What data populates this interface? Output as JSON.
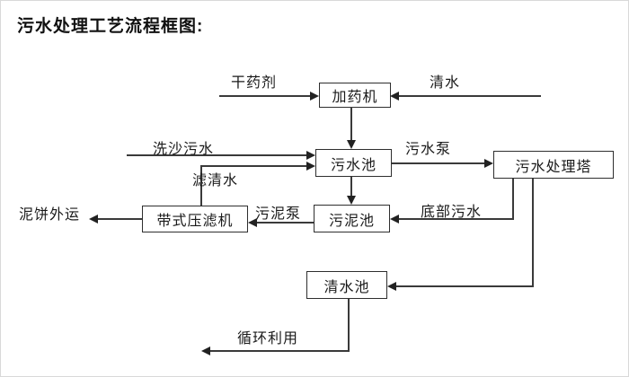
{
  "page": {
    "title": "污水处理工艺流程框图:"
  },
  "diagram": {
    "type": "flowchart",
    "colors": {
      "line": "#3a3a3a",
      "arrow": "#222222",
      "text": "#1a1a1a",
      "background": "#ffffff",
      "box_border": "#2e2e2e"
    },
    "nodes": {
      "dosing_machine": {
        "label": "加药机"
      },
      "sewage_pool": {
        "label": "污水池"
      },
      "treatment_tower": {
        "label": "污水处理塔"
      },
      "belt_filter_press": {
        "label": "带式压滤机"
      },
      "sludge_pool": {
        "label": "污泥池"
      },
      "clean_water_pool": {
        "label": "清水池"
      }
    },
    "edge_labels": {
      "dry_agent": {
        "label": "干药剂"
      },
      "clean_water_in": {
        "label": "清水"
      },
      "sand_wash_sewage": {
        "label": "洗沙污水"
      },
      "filtered_water": {
        "label": "滤清水"
      },
      "sewage_pump": {
        "label": "污水泵"
      },
      "sludge_pump": {
        "label": "污泥泵"
      },
      "mud_cake_out": {
        "label": "泥饼外运"
      },
      "bottom_sewage": {
        "label": "底部污水"
      },
      "recycle_use": {
        "label": "循环利用"
      }
    }
  }
}
